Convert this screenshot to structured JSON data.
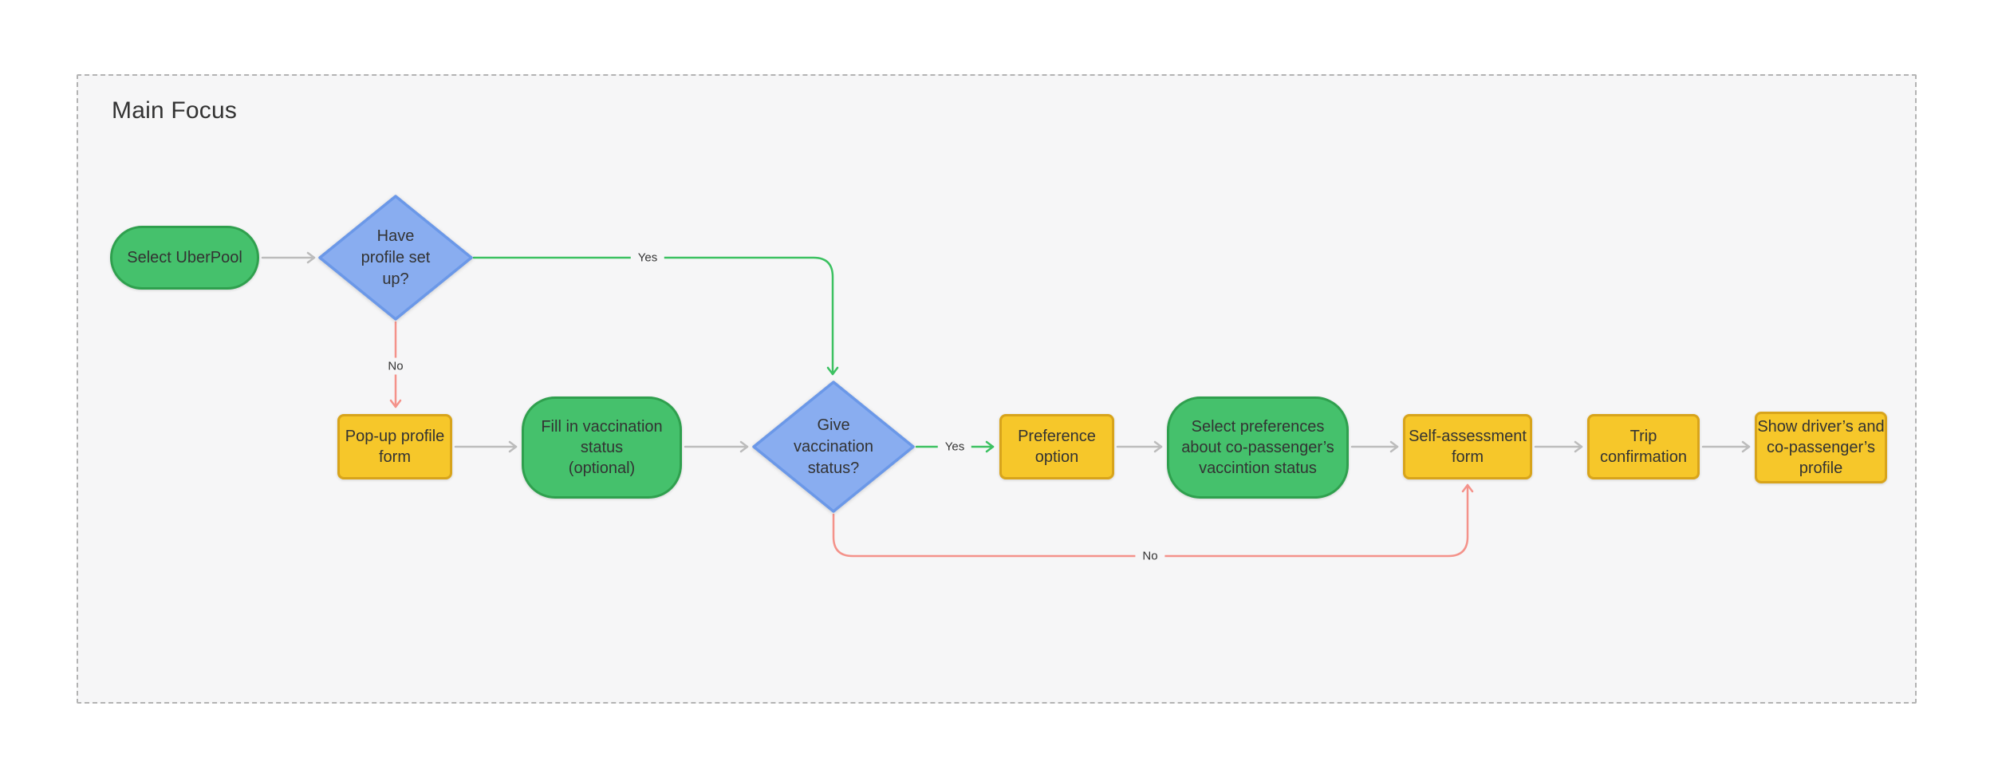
{
  "frame": {
    "title": "Main Focus"
  },
  "nodes": {
    "select_uberpool": {
      "label": "Select UberPool",
      "shape": "pill",
      "color": "green"
    },
    "have_profile_setup": {
      "label": "Have\nprofile set\nup?",
      "shape": "diamond",
      "color": "blue"
    },
    "popup_profile_form": {
      "label": "Pop-up profile\nform",
      "shape": "rect",
      "color": "yellow"
    },
    "fill_vaccination_status": {
      "label": "Fill in vaccination\nstatus\n(optional)",
      "shape": "rounded",
      "color": "green"
    },
    "give_vaccination_status": {
      "label": "Give\nvaccination\nstatus?",
      "shape": "diamond",
      "color": "blue"
    },
    "preference_option": {
      "label": "Preference\noption",
      "shape": "rect",
      "color": "yellow"
    },
    "select_preferences": {
      "label": "Select preferences\nabout co-passenger’s\nvaccintion status",
      "shape": "rounded",
      "color": "green"
    },
    "self_assessment_form": {
      "label": "Self-assessment\nform",
      "shape": "rect",
      "color": "yellow"
    },
    "trip_confirmation": {
      "label": "Trip\nconfirmation",
      "shape": "rect",
      "color": "yellow"
    },
    "show_profiles": {
      "label": "Show driver’s and\nco-passenger’s\nprofile",
      "shape": "rect",
      "color": "yellow"
    }
  },
  "edges": {
    "start_to_decision": {
      "from": "select_uberpool",
      "to": "have_profile_setup",
      "color": "gray"
    },
    "profile_yes": {
      "label": "Yes",
      "from": "have_profile_setup",
      "to": "give_vaccination_status",
      "color": "green"
    },
    "profile_no": {
      "label": "No",
      "from": "have_profile_setup",
      "to": "popup_profile_form",
      "color": "red"
    },
    "popup_to_fill": {
      "from": "popup_profile_form",
      "to": "fill_vaccination_status",
      "color": "gray"
    },
    "fill_to_decision": {
      "from": "fill_vaccination_status",
      "to": "give_vaccination_status",
      "color": "gray"
    },
    "vaccination_yes": {
      "label": "Yes",
      "from": "give_vaccination_status",
      "to": "preference_option",
      "color": "green"
    },
    "vaccination_no": {
      "label": "No",
      "from": "give_vaccination_status",
      "to": "self_assessment_form",
      "color": "red"
    },
    "pref_to_select": {
      "from": "preference_option",
      "to": "select_preferences",
      "color": "gray"
    },
    "select_to_self": {
      "from": "select_preferences",
      "to": "self_assessment_form",
      "color": "gray"
    },
    "self_to_trip": {
      "from": "self_assessment_form",
      "to": "trip_confirmation",
      "color": "gray"
    },
    "trip_to_show": {
      "from": "trip_confirmation",
      "to": "show_profiles",
      "color": "gray"
    }
  },
  "colors": {
    "green_node": "#45C16C",
    "green_border": "#2FA04E",
    "yellow_node": "#F6C72A",
    "yellow_border": "#D8A41B",
    "blue_node": "#89ADF0",
    "blue_border": "#6B98E8",
    "edge_gray": "#BCBCBC",
    "edge_green": "#3CC161",
    "edge_red": "#F4928A",
    "frame_bg": "#F6F6F7",
    "frame_border": "#B3B3B3",
    "text": "#333333",
    "page_bg": "#FFFFFF"
  }
}
